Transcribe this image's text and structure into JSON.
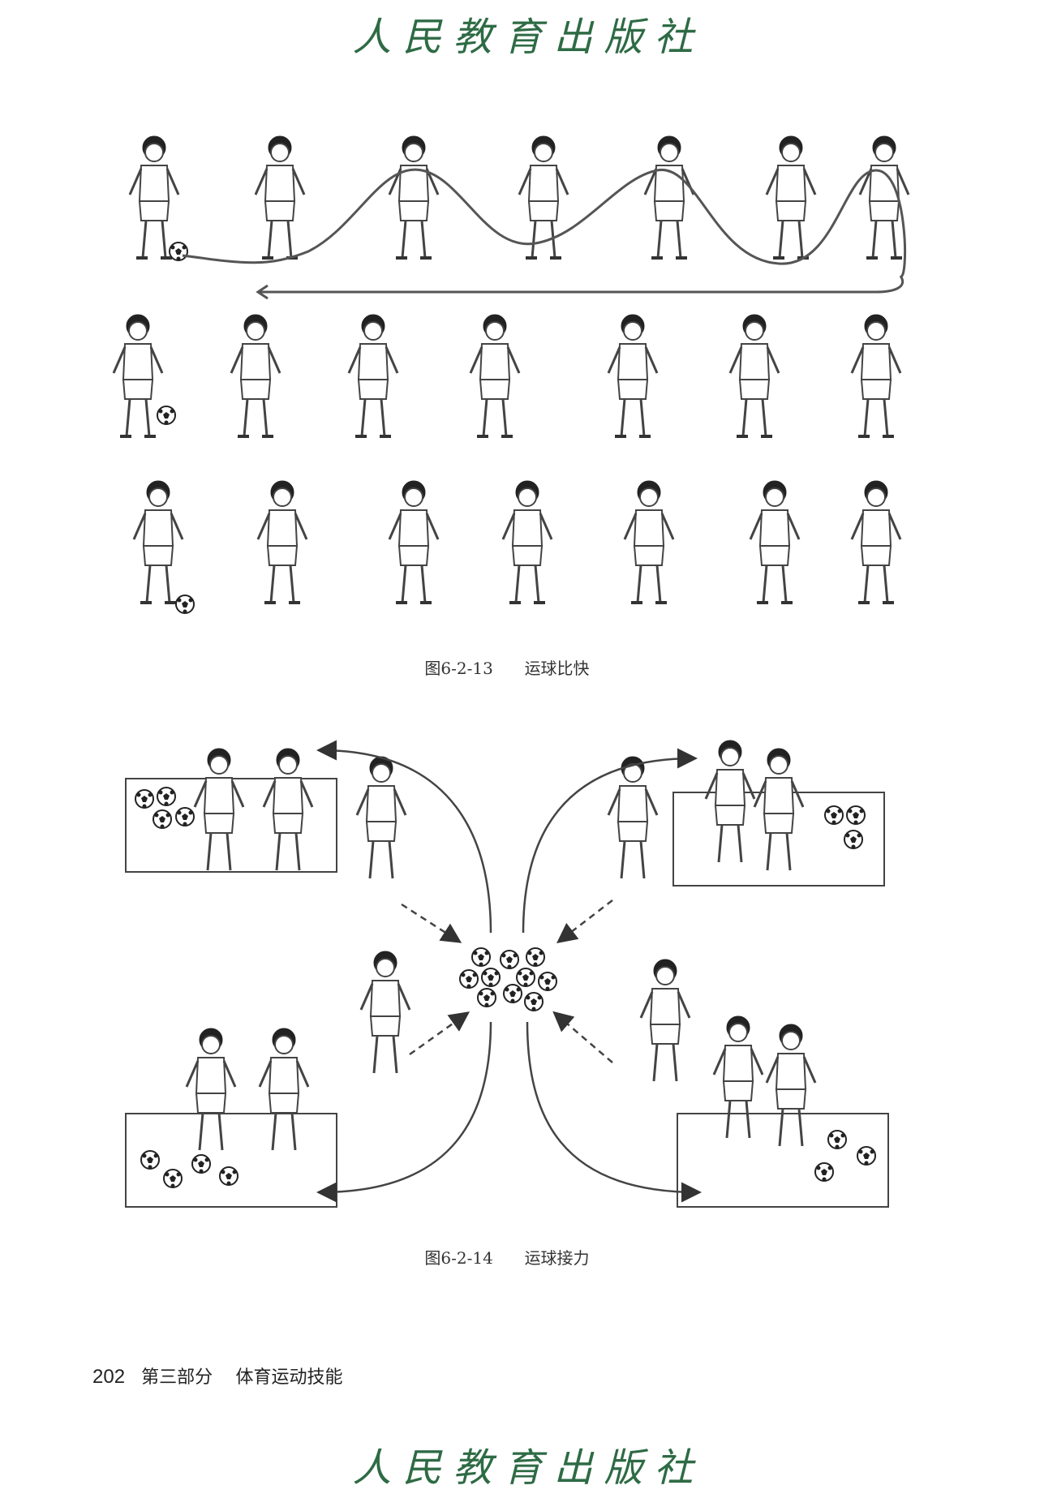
{
  "header": {
    "publisher_logo": "人民教育出版社"
  },
  "figures": [
    {
      "id": "fig-6-2-13",
      "number": "图6-2-13",
      "title": "运球比快"
    },
    {
      "id": "fig-6-2-14",
      "number": "图6-2-14",
      "title": "运球接力"
    }
  ],
  "footer": {
    "page_number": "202",
    "part": "第三部分",
    "section": "体育运动技能"
  },
  "bottom_logo": "人民教育出版社",
  "colors": {
    "logo_green": "#2e6b45",
    "text": "#333333"
  }
}
